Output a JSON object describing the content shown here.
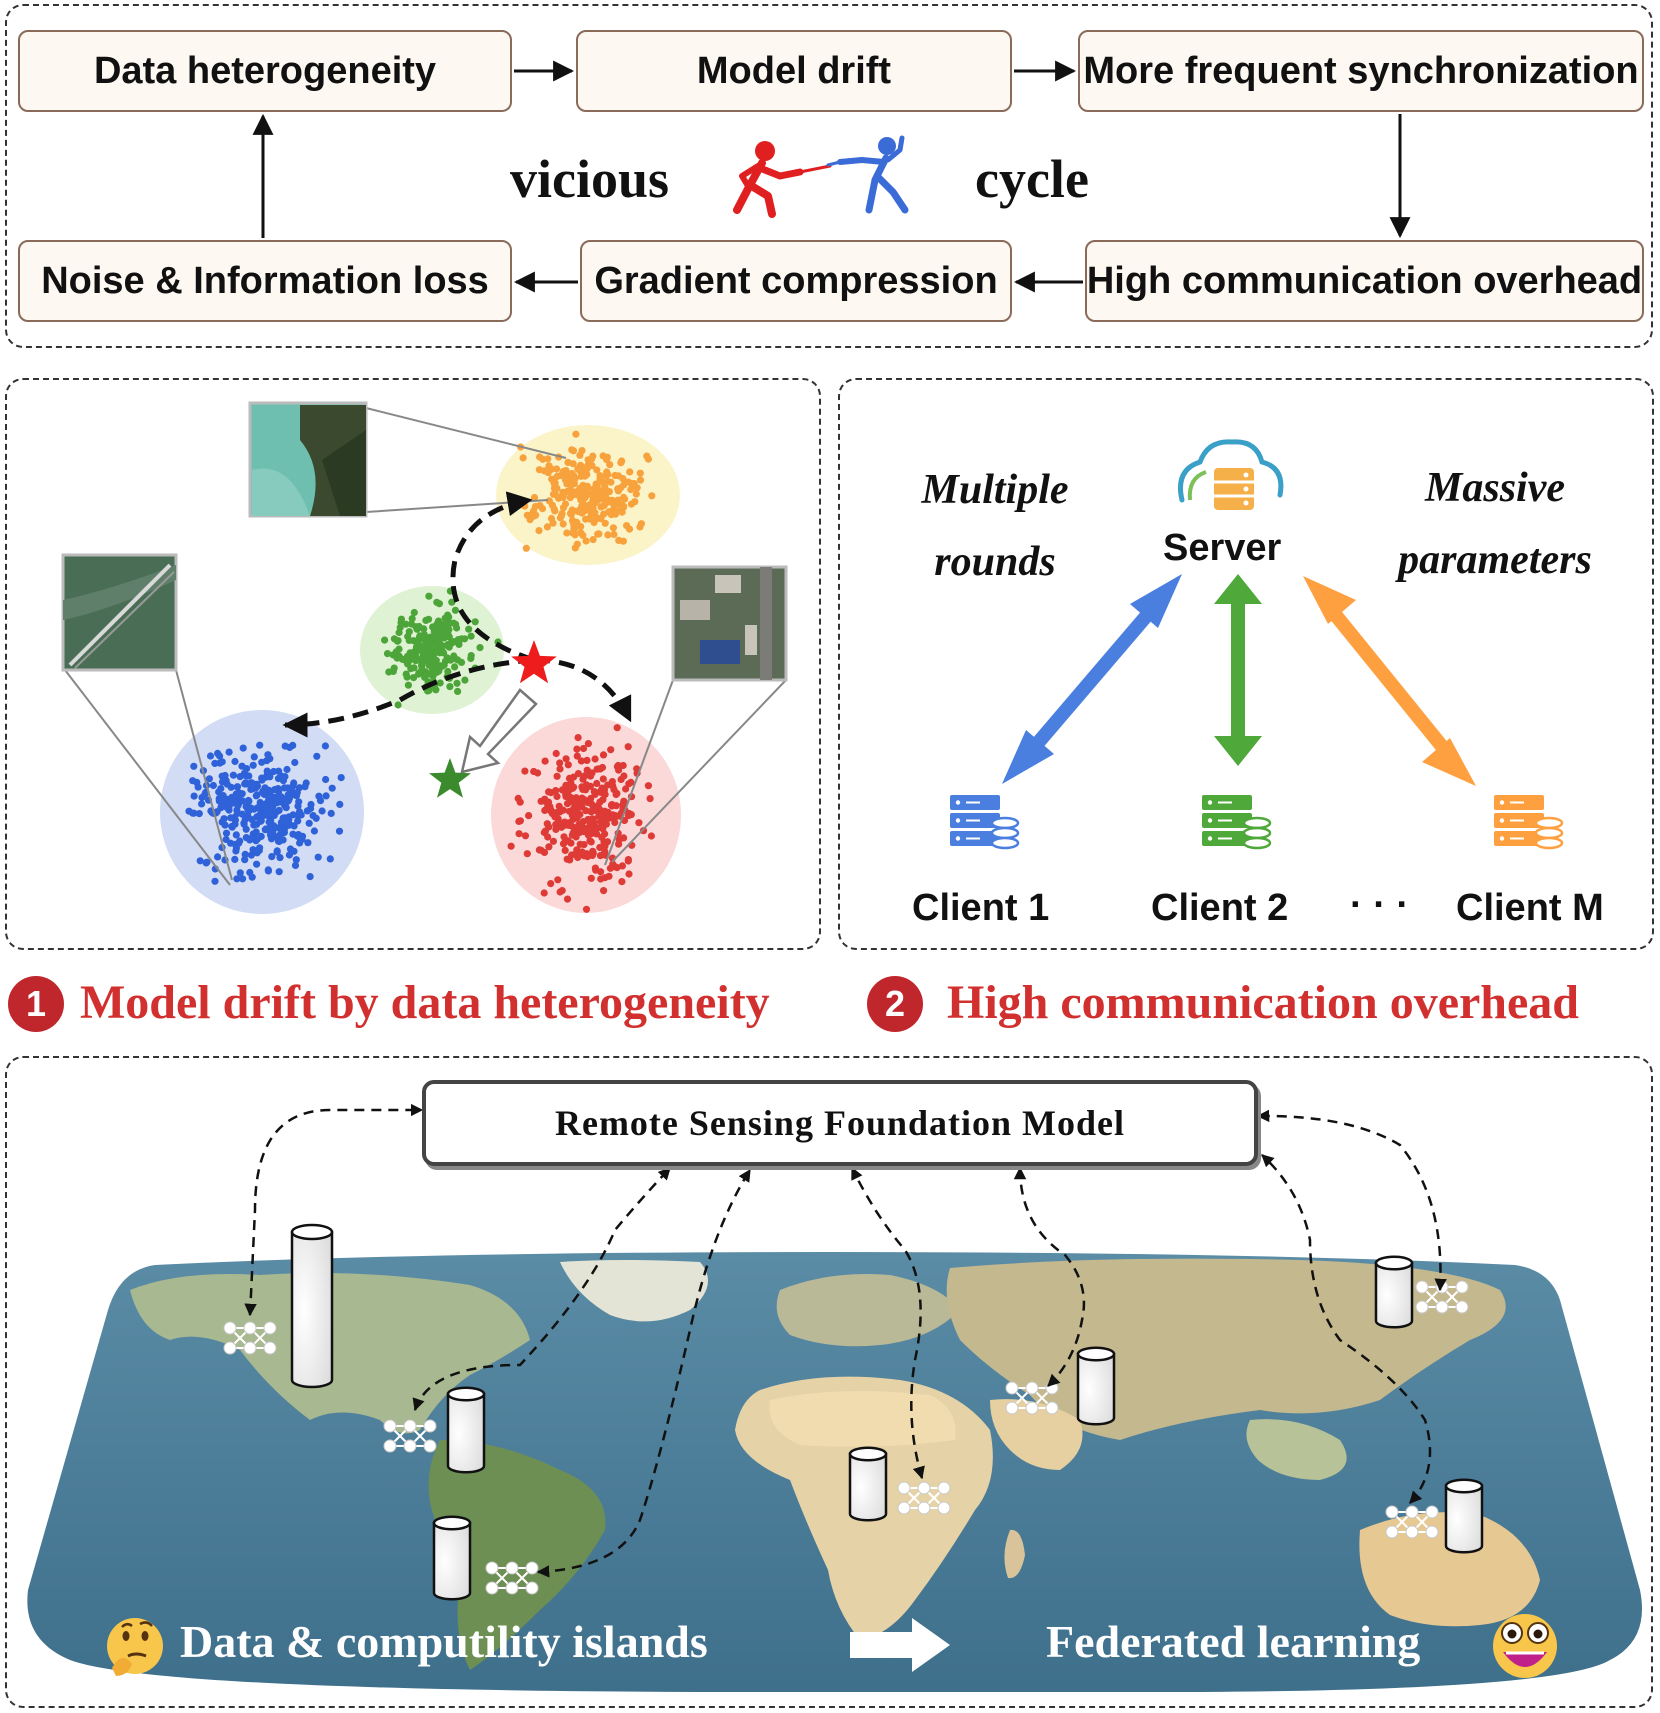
{
  "cycle": {
    "boxes": [
      "Data heterogeneity",
      "Model drift",
      "More frequent synchronization",
      "Noise & Information loss",
      "Gradient compression",
      "High communication overhead"
    ],
    "center_left": "vicious",
    "center_right": "cycle",
    "center_icon": "fencers-icon"
  },
  "drift_panel": {
    "clusters": [
      {
        "color": "#f7a23c",
        "halo": "#fbf4c9"
      },
      {
        "color": "#4da53a",
        "halo": "#dff2d3"
      },
      {
        "color": "#2f62d8",
        "halo": "#d2dcf5"
      },
      {
        "color": "#de3a36",
        "halo": "#fbd9d9"
      }
    ],
    "stars": [
      {
        "color": "#ee1c1c"
      },
      {
        "color": "#3c8a2e"
      }
    ]
  },
  "comm_panel": {
    "server_label": "Server",
    "left_text": [
      "Multiple",
      "rounds"
    ],
    "right_text": [
      "Massive",
      "parameters"
    ],
    "clients": [
      "Client 1",
      "Client 2",
      "Client M"
    ],
    "ellipsis": "· · ·",
    "arrow_colors": [
      "#4a7fe0",
      "#4fa83a",
      "#ffa040"
    ]
  },
  "titles": {
    "drift": {
      "num": "1",
      "text": "Model drift by data heterogeneity"
    },
    "comm": {
      "num": "2",
      "text": "High communication overhead"
    }
  },
  "map_panel": {
    "model_box": "Remote Sensing Foundation Model",
    "caption_left": "Data & computility islands",
    "caption_right": "Federated learning",
    "ocean_color": "#4a7d9a"
  }
}
